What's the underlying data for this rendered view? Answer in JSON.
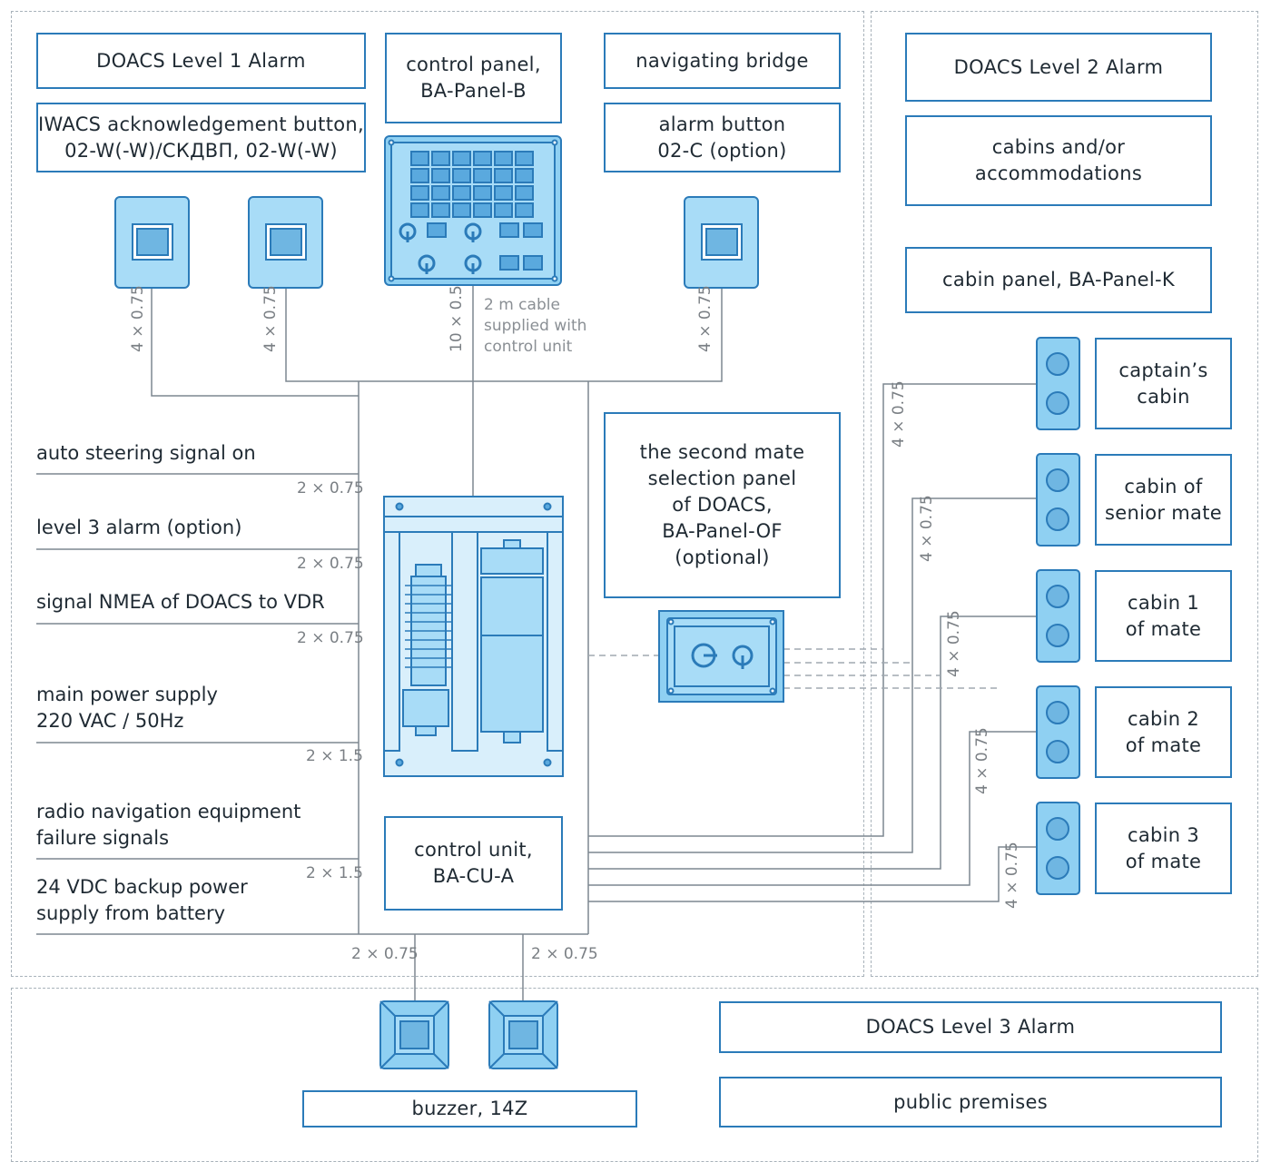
{
  "colors": {
    "accent": "#2b7bb9",
    "device_fill": "#a8dcf7",
    "panel_fill": "#8fd0f2",
    "line": "#7d8790"
  },
  "level1": {
    "title": "DOACS Level 1 Alarm",
    "iwacs": "IWACS acknowledgement button,\n02-W(-W)/СКДВП, 02-W(-W)",
    "control_panel": "control panel,\nBA-Panel-B",
    "bridge": "navigating bridge",
    "alarm_button": "alarm button\n02-C (option)",
    "cable_note": "2 m cable\nsupplied with\ncontrol unit",
    "mate_panel": "the second mate\nselection panel\nof DOACS,\nBA-Panel-OF\n(optional)",
    "control_unit": "control unit,\nBA-CU-A",
    "signals": [
      "auto steering signal on",
      "level 3 alarm (option)",
      "signal NMEA of DOACS to VDR",
      "main power supply\n220 VAC / 50Hz",
      "radio navigation equipment\nfailure signals",
      "24 VDC backup power\nsupply from battery"
    ],
    "cables": {
      "c1": "4 × 0.75",
      "c2": "4 × 0.75",
      "c3": "10 × 0.5",
      "c4": "4 × 0.75",
      "s1": "2 × 0.75",
      "s2": "2 × 0.75",
      "s3": "2 × 0.75",
      "s4": "2 × 1.5",
      "s5": "2 × 1.5",
      "b1": "2 × 0.75",
      "b2": "2 × 0.75"
    }
  },
  "level2": {
    "title": "DOACS Level 2 Alarm",
    "cabins": "cabins and/or\naccommodations",
    "cabin_panel": "cabin panel, BA-Panel-K",
    "rooms": [
      "captain’s\ncabin",
      "cabin of\nsenior mate",
      "cabin 1\nof mate",
      "cabin 2\nof mate",
      "cabin 3\nof mate"
    ],
    "cables": [
      "4 × 0.75",
      "4 × 0.75",
      "4 × 0.75",
      "4 × 0.75",
      "4 × 0.75"
    ]
  },
  "level3": {
    "title": "DOACS Level 3 Alarm",
    "public": "public premises",
    "buzzer": "buzzer, 14Z"
  }
}
